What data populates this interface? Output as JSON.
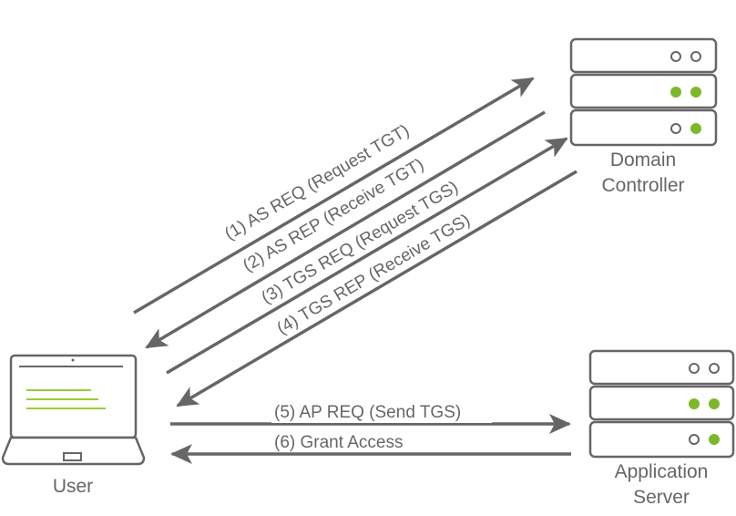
{
  "colors": {
    "stroke": "#666666",
    "led_on": "#7AB929",
    "screen_line": "#9ACD32",
    "background": "#ffffff"
  },
  "nodes": {
    "domain_controller": {
      "line1": "Domain",
      "line2": "Controller",
      "icon": "server-icon"
    },
    "user": {
      "label": "User",
      "icon": "laptop-icon"
    },
    "application_server": {
      "line1": "Application",
      "line2": "Server",
      "icon": "server-icon"
    }
  },
  "server_leds": [
    [
      "off",
      "off"
    ],
    [
      "on",
      "on"
    ],
    [
      "off",
      "on"
    ]
  ],
  "messages": [
    {
      "step": 1,
      "label": "(1) AS REQ (Request TGT)",
      "from": "user",
      "to": "domain_controller"
    },
    {
      "step": 2,
      "label": "(2) AS REP (Receive TGT)",
      "from": "domain_controller",
      "to": "user"
    },
    {
      "step": 3,
      "label": "(3) TGS REQ (Request TGS)",
      "from": "user",
      "to": "domain_controller"
    },
    {
      "step": 4,
      "label": "(4) TGS REP (Receive TGS)",
      "from": "domain_controller",
      "to": "user"
    },
    {
      "step": 5,
      "label": "(5) AP REQ (Send TGS)",
      "from": "user",
      "to": "application_server"
    },
    {
      "step": 6,
      "label": "(6) Grant Access",
      "from": "application_server",
      "to": "user"
    }
  ]
}
